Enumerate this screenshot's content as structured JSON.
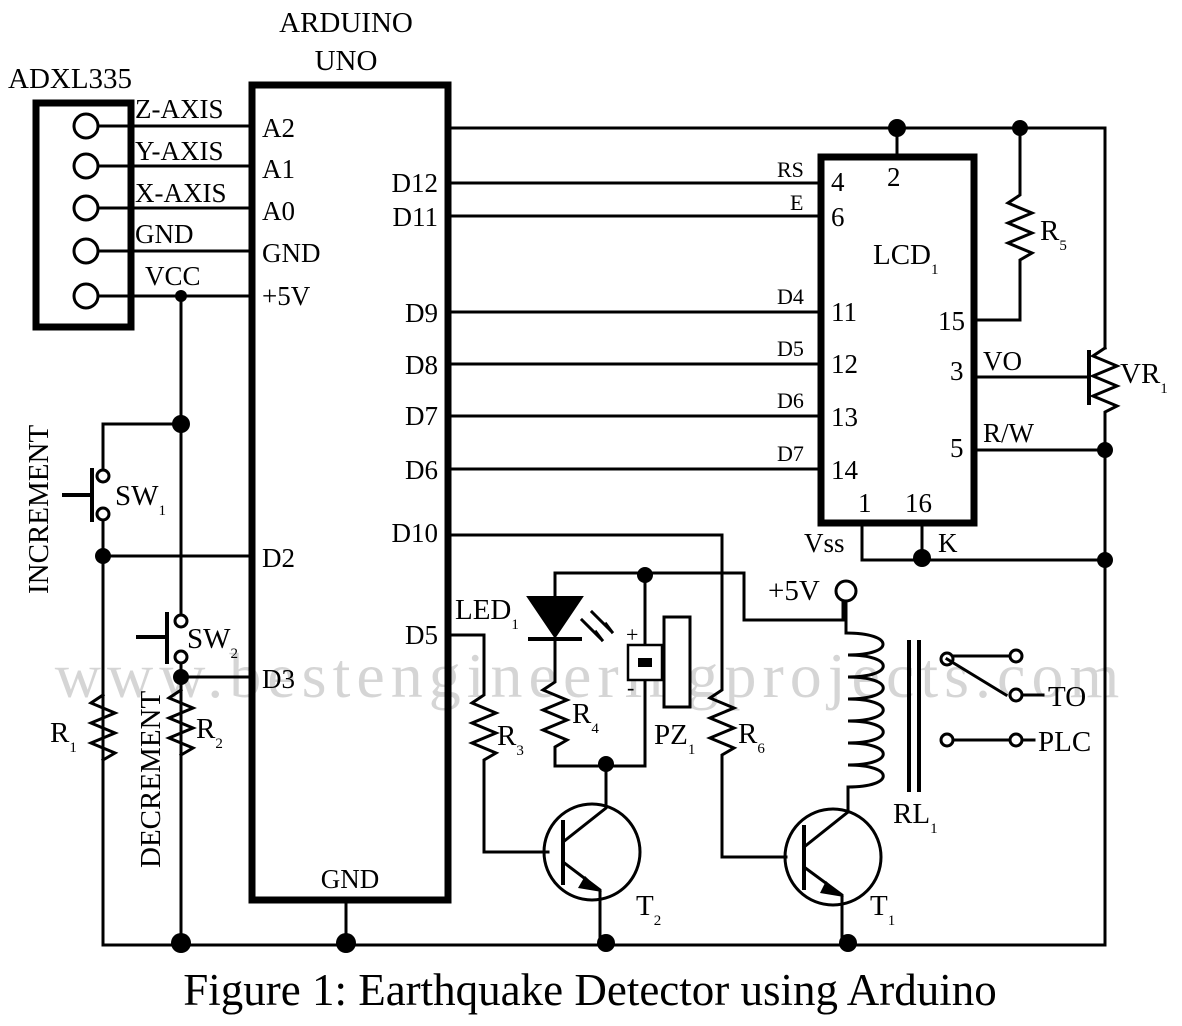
{
  "figure": {
    "caption": "Figure 1: Earthquake Detector using Arduino",
    "watermark": "www.bestengineeringprojects.com"
  },
  "arduino": {
    "title_line1": "ARDUINO",
    "title_line2": "UNO",
    "left_pins": [
      "A2",
      "A1",
      "A0",
      "GND",
      "+5V",
      "D2",
      "D3"
    ],
    "right_pins": [
      "D12",
      "D11",
      "D9",
      "D8",
      "D7",
      "D6",
      "D10",
      "D5"
    ],
    "bottom_pin": "GND"
  },
  "adxl": {
    "title": "ADXL335",
    "pins": [
      "Z-AXIS",
      "Y-AXIS",
      "X-AXIS",
      "GND",
      "VCC"
    ]
  },
  "lcd": {
    "name": "LCD",
    "sub": "1",
    "left_labels": [
      "RS",
      "E",
      "D4",
      "D5",
      "D6",
      "D7"
    ],
    "left_pins": [
      "4",
      "6",
      "11",
      "12",
      "13",
      "14"
    ],
    "top_pin": "2",
    "right_pins": [
      "15",
      "3",
      "5"
    ],
    "right_labels": [
      "VO",
      "R/W"
    ],
    "bottom_pins": [
      "1",
      "16"
    ],
    "vss": "Vss",
    "k": "K"
  },
  "components": {
    "r5": {
      "name": "R",
      "sub": "5"
    },
    "vr1": {
      "name": "VR",
      "sub": "1"
    },
    "sw1": {
      "name": "SW",
      "sub": "1"
    },
    "sw2": {
      "name": "SW",
      "sub": "2"
    },
    "r1": {
      "name": "R",
      "sub": "1"
    },
    "r2": {
      "name": "R",
      "sub": "2"
    },
    "r3": {
      "name": "R",
      "sub": "3"
    },
    "r4": {
      "name": "R",
      "sub": "4"
    },
    "r6": {
      "name": "R",
      "sub": "6"
    },
    "led1": {
      "name": "LED",
      "sub": "1"
    },
    "pz1": {
      "name": "PZ",
      "sub": "1",
      "plus": "+",
      "minus": "-"
    },
    "t1": {
      "name": "T",
      "sub": "1"
    },
    "t2": {
      "name": "T",
      "sub": "2"
    },
    "rl1": {
      "name": "RL",
      "sub": "1"
    },
    "supply": "+5V",
    "increment": "INCREMENT",
    "decrement": "DECREMENT",
    "to_label": "TO",
    "plc_label": "PLC"
  }
}
